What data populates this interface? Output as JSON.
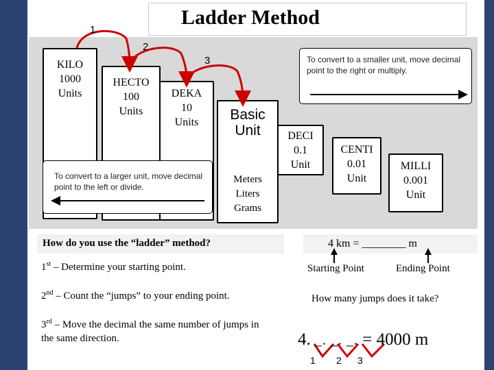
{
  "title": "Ladder Method",
  "jumps_top": [
    "1",
    "2",
    "3"
  ],
  "units": {
    "kilo": [
      "KILO",
      "1000",
      "Units"
    ],
    "hecto": [
      "HECTO",
      "100",
      "Units"
    ],
    "deka": [
      "DEKA",
      "10",
      "Units"
    ],
    "basic": [
      "Basic",
      "Unit"
    ],
    "basic_examples": [
      "Meters",
      "Liters",
      "Grams"
    ],
    "deci": [
      "DECI",
      "0.1",
      "Unit"
    ],
    "centi": [
      "CENTI",
      "0.01",
      "Unit"
    ],
    "milli": [
      "MILLI",
      "0.001",
      "Unit"
    ]
  },
  "notes": {
    "smaller": "To convert to a smaller unit, move decimal  point to the right or multiply.",
    "larger": "To convert to a larger unit, move decimal  point to the left or divide."
  },
  "howto": {
    "question": "How do you use the “ladder” method?",
    "step1_num": "1",
    "step1_sup": "st",
    "step1_text": " – Determine your starting point.",
    "step2_num": "2",
    "step2_sup": "nd",
    "step2_text": " – Count the “jumps” to your ending point.",
    "step3_num": "3",
    "step3_sup": "rd",
    "step3_text": " – Move the decimal the same number of jumps in the same direction."
  },
  "example": {
    "problem_left": "4 km = ",
    "problem_blank": "________",
    "problem_unit": " m",
    "starting_point": "Starting Point",
    "ending_point": "Ending Point",
    "question": "How many jumps does it take?",
    "answer_digit": "4.",
    "answer_blanks": "_. _. _.",
    "answer_result": " = 4000 m",
    "jump_labels": [
      "1",
      "2",
      "3"
    ]
  },
  "colors": {
    "background": "#2c4372",
    "slide": "#ffffff",
    "diagram_panel": "#d9d9d9",
    "jump_arrow": "#cc0000"
  }
}
